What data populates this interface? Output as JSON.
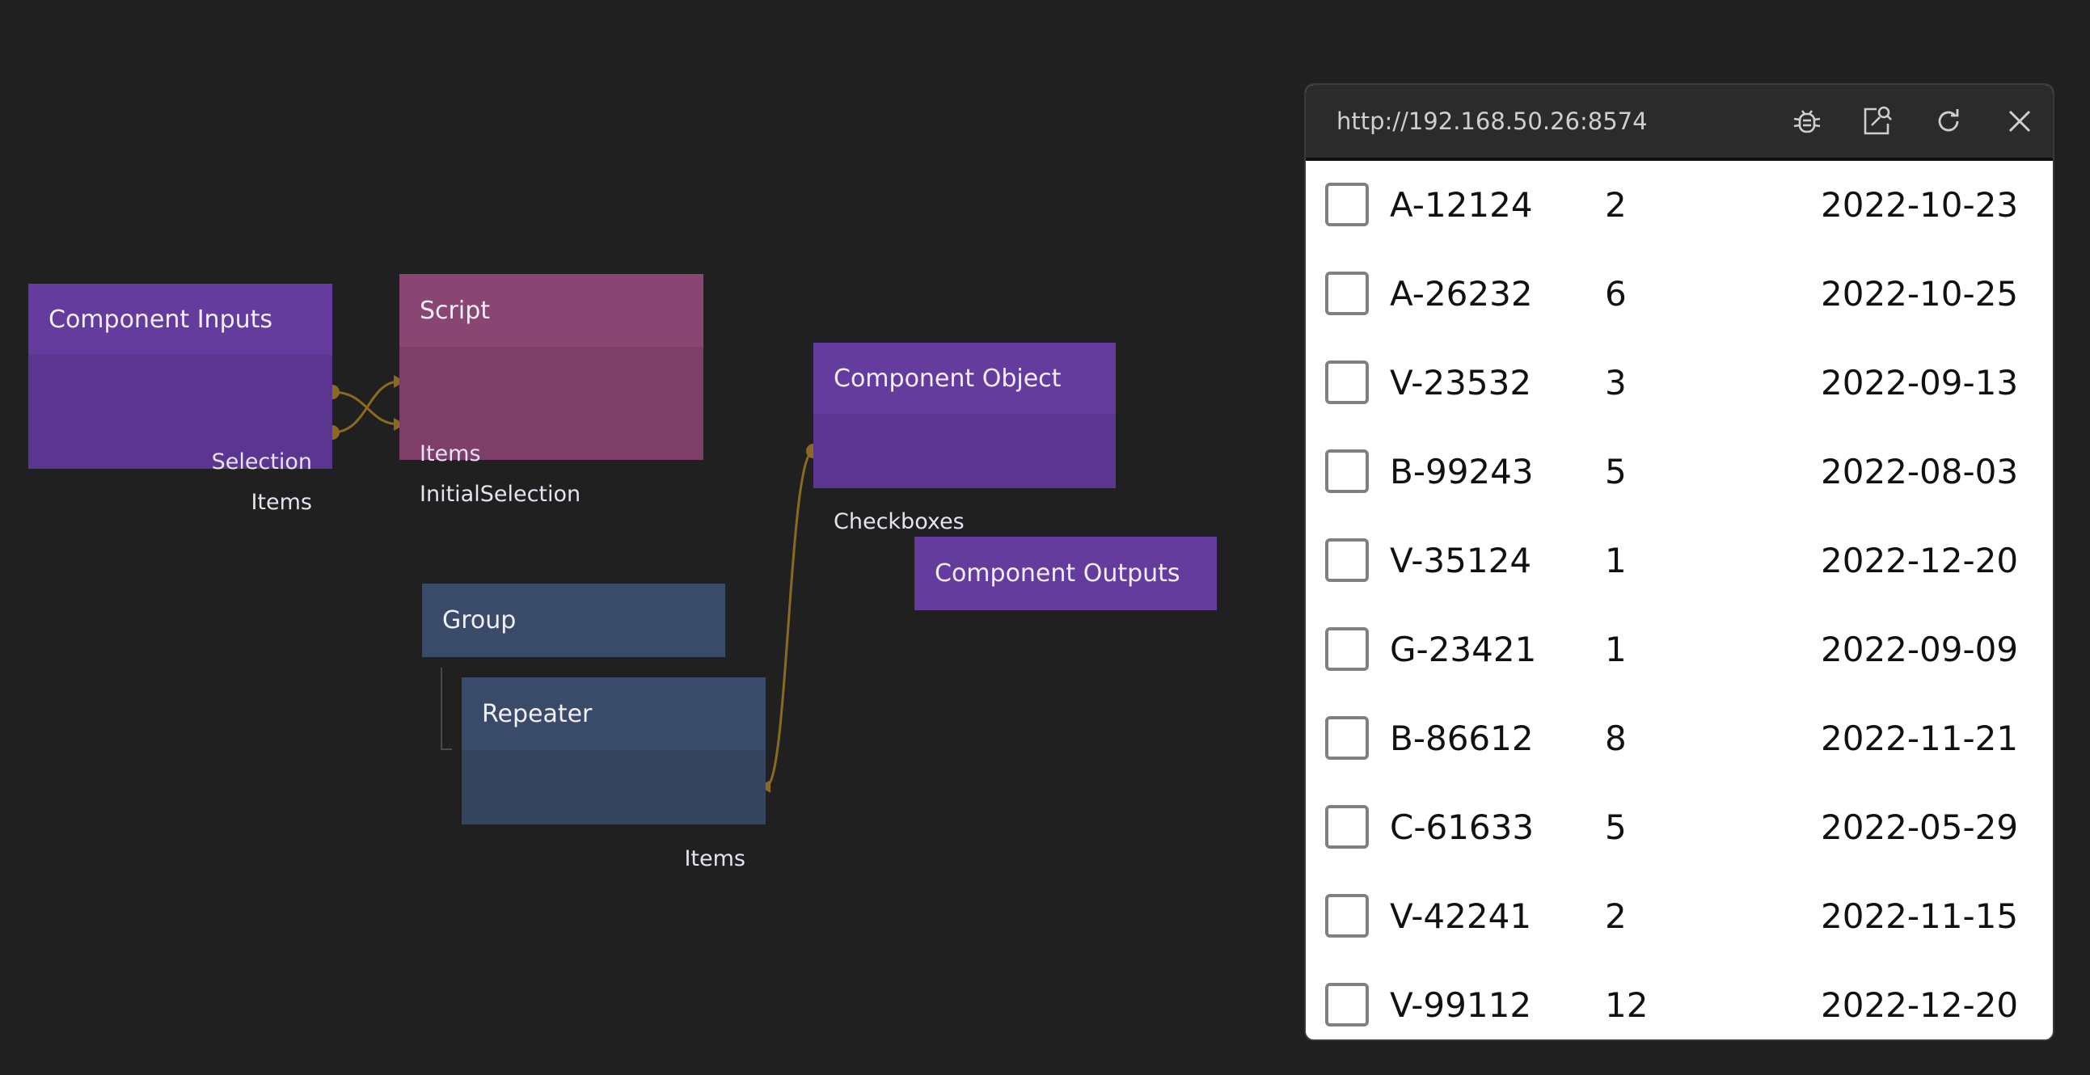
{
  "nodes": {
    "component_inputs": {
      "title": "Component Inputs",
      "ports": [
        "Selection",
        "Items"
      ]
    },
    "script": {
      "title": "Script",
      "ports": [
        "Items",
        "InitialSelection"
      ]
    },
    "component_object": {
      "title": "Component Object",
      "ports": [
        "Checkboxes"
      ]
    },
    "component_outputs": {
      "title": "Component Outputs"
    },
    "group": {
      "title": "Group"
    },
    "repeater": {
      "title": "Repeater",
      "ports": [
        "Items"
      ]
    }
  },
  "colors": {
    "canvas": "#202020",
    "component_node": "#643c9e",
    "script_node": "#8a4672",
    "visual_node": "#394b69",
    "connection": "#8a6a20"
  },
  "preview": {
    "url": "http://192.168.50.26:8574",
    "toolbar_icons": [
      "bug-icon",
      "inspect-icon",
      "refresh-icon",
      "close-icon"
    ],
    "rows": [
      {
        "id": "A-12124",
        "qty": "2",
        "date": "2022-10-23"
      },
      {
        "id": "A-26232",
        "qty": "6",
        "date": "2022-10-25"
      },
      {
        "id": "V-23532",
        "qty": "3",
        "date": "2022-09-13"
      },
      {
        "id": "B-99243",
        "qty": "5",
        "date": "2022-08-03"
      },
      {
        "id": "V-35124",
        "qty": "1",
        "date": "2022-12-20"
      },
      {
        "id": "G-23421",
        "qty": "1",
        "date": "2022-09-09"
      },
      {
        "id": "B-86612",
        "qty": "8",
        "date": "2022-11-21"
      },
      {
        "id": "C-61633",
        "qty": "5",
        "date": "2022-05-29"
      },
      {
        "id": "V-42241",
        "qty": "2",
        "date": "2022-11-15"
      },
      {
        "id": "V-99112",
        "qty": "12",
        "date": "2022-12-20"
      }
    ]
  }
}
